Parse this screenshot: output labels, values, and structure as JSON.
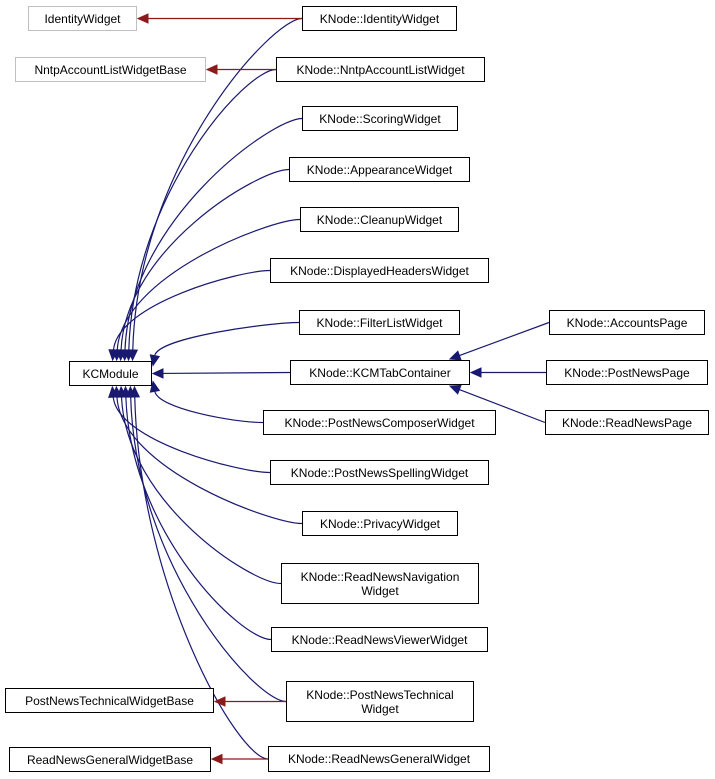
{
  "diagram": {
    "type": "inheritance-graph",
    "colors": {
      "inherit_edge": "#191970",
      "external_edge": "#8b1a1a",
      "node_border": "#000000",
      "external_node_border": "#bfbfbf"
    },
    "nodes": {
      "identity_widget": "IdentityWidget",
      "nntp_base": "NntpAccountListWidgetBase",
      "post_technical_base": "PostNewsTechnicalWidgetBase",
      "read_general_base": "ReadNewsGeneralWidgetBase",
      "kcmodule": "KCModule",
      "k_identity": "KNode::IdentityWidget",
      "k_nntp": "KNode::NntpAccountListWidget",
      "k_scoring": "KNode::ScoringWidget",
      "k_appearance": "KNode::AppearanceWidget",
      "k_cleanup": "KNode::CleanupWidget",
      "k_displayed": "KNode::DisplayedHeadersWidget",
      "k_filterlist": "KNode::FilterListWidget",
      "k_kcmtab": "KNode::KCMTabContainer",
      "k_composer": "KNode::PostNewsComposerWidget",
      "k_spelling": "KNode::PostNewsSpellingWidget",
      "k_privacy": "KNode::PrivacyWidget",
      "k_navigation": "KNode::ReadNewsNavigation\nWidget",
      "k_viewer": "KNode::ReadNewsViewerWidget",
      "k_technical": "KNode::PostNewsTechnical\nWidget",
      "k_general": "KNode::ReadNewsGeneralWidget",
      "k_accounts": "KNode::AccountsPage",
      "k_postnews": "KNode::PostNewsPage",
      "k_readnews": "KNode::ReadNewsPage"
    },
    "edges": [
      {
        "from": "k_identity",
        "to": "identity_widget",
        "kind": "external"
      },
      {
        "from": "k_nntp",
        "to": "nntp_base",
        "kind": "external"
      },
      {
        "from": "k_technical",
        "to": "post_technical_base",
        "kind": "external"
      },
      {
        "from": "k_general",
        "to": "read_general_base",
        "kind": "external"
      },
      {
        "from": "k_identity",
        "to": "kcmodule",
        "kind": "inherit"
      },
      {
        "from": "k_nntp",
        "to": "kcmodule",
        "kind": "inherit"
      },
      {
        "from": "k_scoring",
        "to": "kcmodule",
        "kind": "inherit"
      },
      {
        "from": "k_appearance",
        "to": "kcmodule",
        "kind": "inherit"
      },
      {
        "from": "k_cleanup",
        "to": "kcmodule",
        "kind": "inherit"
      },
      {
        "from": "k_displayed",
        "to": "kcmodule",
        "kind": "inherit"
      },
      {
        "from": "k_filterlist",
        "to": "kcmodule",
        "kind": "inherit"
      },
      {
        "from": "k_kcmtab",
        "to": "kcmodule",
        "kind": "inherit"
      },
      {
        "from": "k_composer",
        "to": "kcmodule",
        "kind": "inherit"
      },
      {
        "from": "k_spelling",
        "to": "kcmodule",
        "kind": "inherit"
      },
      {
        "from": "k_privacy",
        "to": "kcmodule",
        "kind": "inherit"
      },
      {
        "from": "k_navigation",
        "to": "kcmodule",
        "kind": "inherit"
      },
      {
        "from": "k_viewer",
        "to": "kcmodule",
        "kind": "inherit"
      },
      {
        "from": "k_technical",
        "to": "kcmodule",
        "kind": "inherit"
      },
      {
        "from": "k_general",
        "to": "kcmodule",
        "kind": "inherit"
      },
      {
        "from": "k_accounts",
        "to": "k_kcmtab",
        "kind": "inherit"
      },
      {
        "from": "k_postnews",
        "to": "k_kcmtab",
        "kind": "inherit"
      },
      {
        "from": "k_readnews",
        "to": "k_kcmtab",
        "kind": "inherit"
      }
    ]
  }
}
